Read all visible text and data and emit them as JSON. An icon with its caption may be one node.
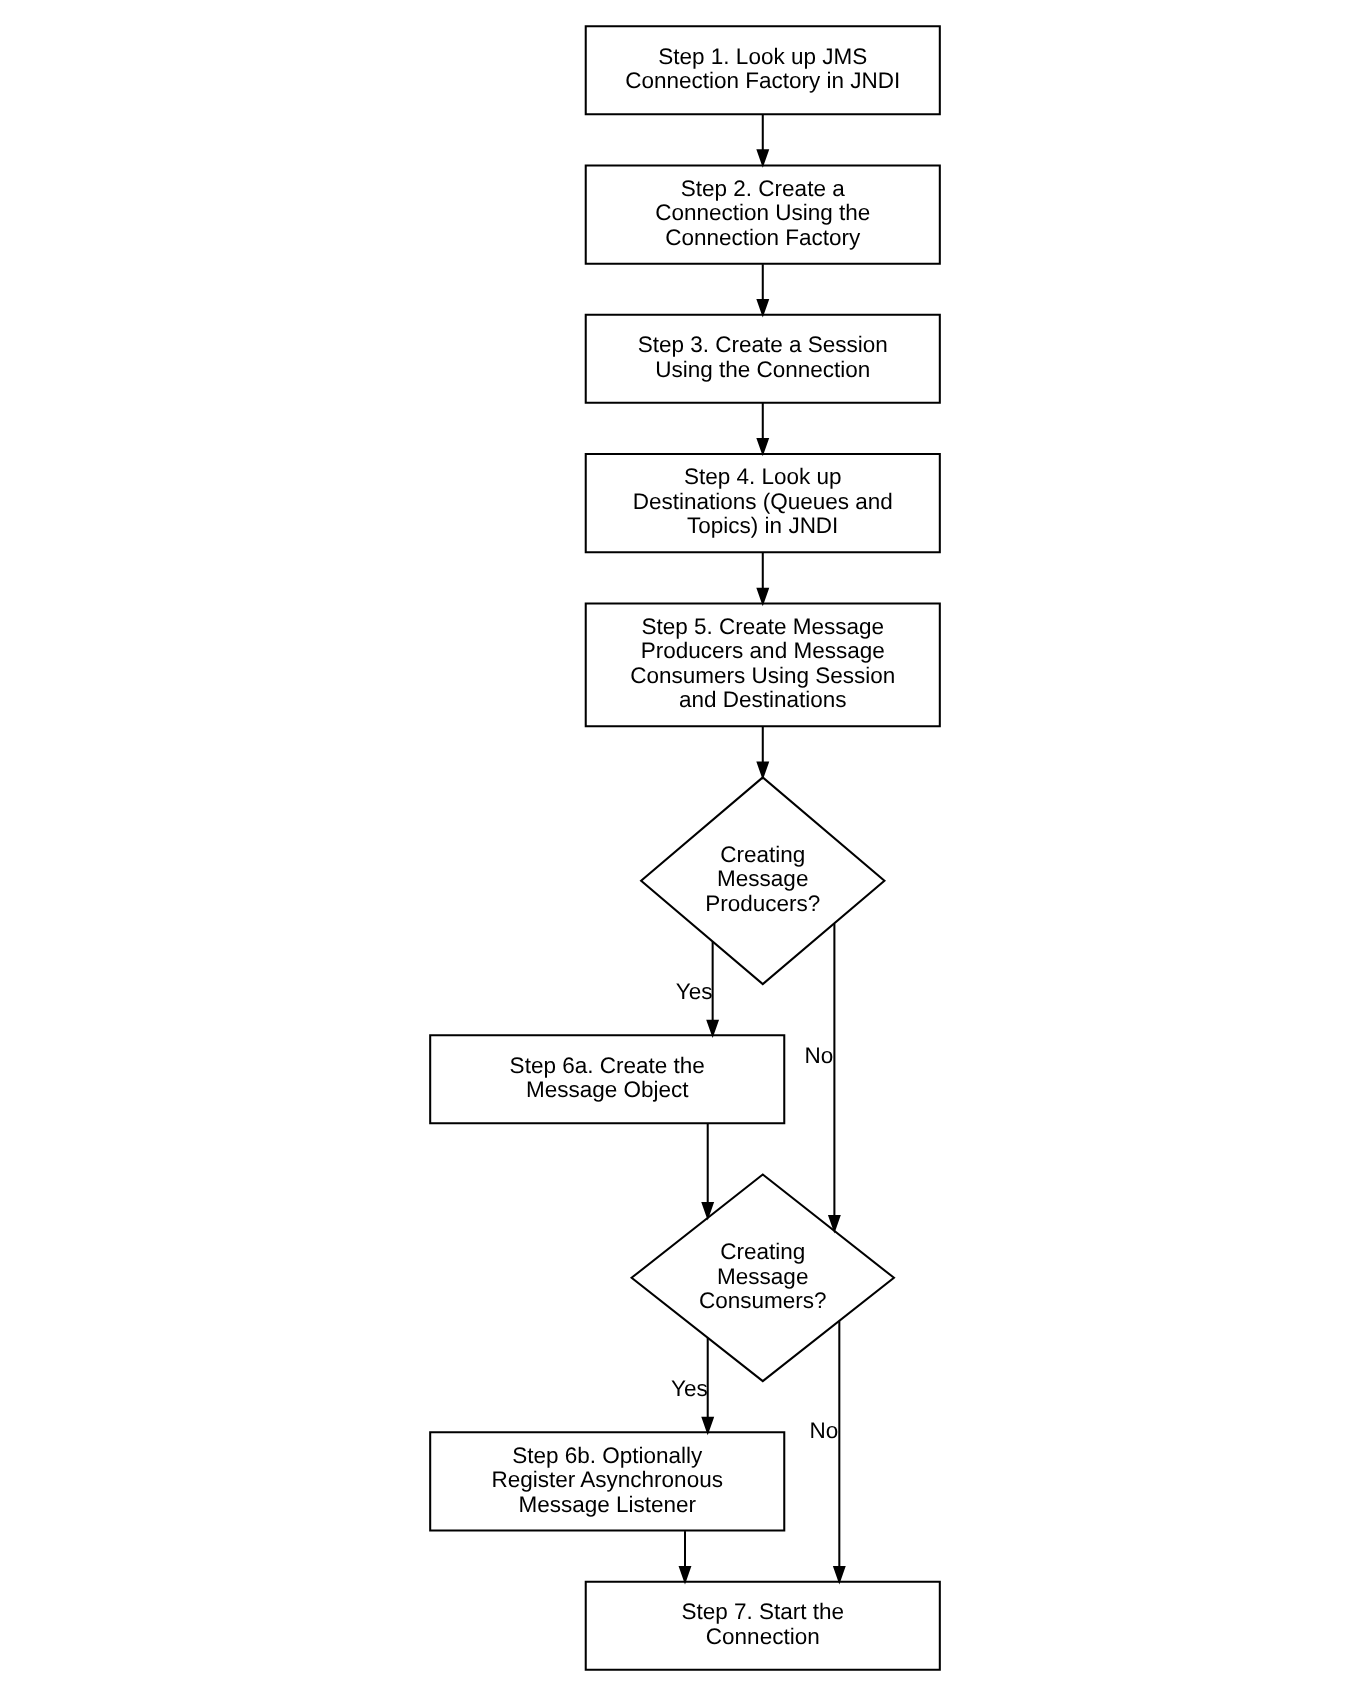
{
  "diagram": {
    "nodes": [
      {
        "text": [
          "Step 1. Look up JMS Connection Factory in JNDI"
        ]
      },
      {
        "text": [
          "Step 2. Create a Connection Using the Connection Factory"
        ]
      },
      {
        "text": [
          "Step 3. Create a Session Using the Connection"
        ]
      },
      {
        "text": [
          "Step 4. Look up Destinations (Queues and Topics) in JNDI"
        ]
      },
      {
        "text": [
          "Step 5. Create Message Producers and Message Consumers Using Session and Destinations"
        ]
      },
      {
        "text": [
          "Creating Message Producers?"
        ]
      },
      {
        "text": [
          "Step 6a. Create the Message Object"
        ]
      },
      {
        "text": [
          "Creating Message Consumers?"
        ]
      },
      {
        "text": [
          "Step 6b. Optionally Register Asynchronous Message Listener"
        ]
      },
      {
        "text": [
          "Step 7. Start the Connection"
        ]
      }
    ],
    "edges": [
      {
        "from": 0,
        "to": 1,
        "arrow": "to"
      },
      {
        "from": 1,
        "to": 2,
        "arrow": "to"
      },
      {
        "from": 2,
        "to": 3,
        "arrow": "to"
      },
      {
        "from": 3,
        "to": 4,
        "arrow": "to"
      },
      {
        "from": 4,
        "to": 5,
        "arrow": "to"
      },
      {
        "from": 5,
        "to": 6,
        "arrow": "to",
        "label": "Yes"
      },
      {
        "from": 5,
        "to": 7,
        "arrow": "to",
        "label": "No"
      },
      {
        "from": 6,
        "to": 7,
        "arrow": "to"
      },
      {
        "from": 7,
        "to": 8,
        "arrow": "to",
        "label": "Yes"
      },
      {
        "from": 7,
        "to": 9,
        "arrow": "to",
        "label": "No"
      },
      {
        "from": 8,
        "to": 9,
        "arrow": "to"
      }
    ]
  }
}
